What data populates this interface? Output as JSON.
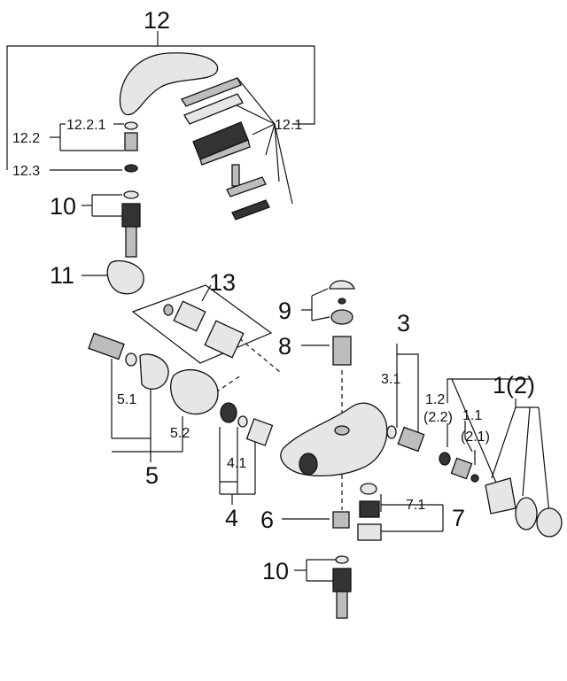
{
  "labels": {
    "l12": "12",
    "l12_1": "12.1",
    "l12_2": "12.2",
    "l12_2_1": "12.2.1",
    "l12_3": "12.3",
    "l10_top": "10",
    "l11": "11",
    "l13": "13",
    "l9": "9",
    "l8": "8",
    "l3": "3",
    "l3_1": "3.1",
    "l1_2": "1.2",
    "l1_2p": "(2.2)",
    "l1_1": "1.1",
    "l2_1p": "(2.1)",
    "l1": "1(2)",
    "l5_1": "5.1",
    "l5_2": "5.2",
    "l5": "5",
    "l4_1": "4.1",
    "l4": "4",
    "l6": "6",
    "l7_1": "7.1",
    "l7": "7",
    "l10_bottom": "10"
  }
}
